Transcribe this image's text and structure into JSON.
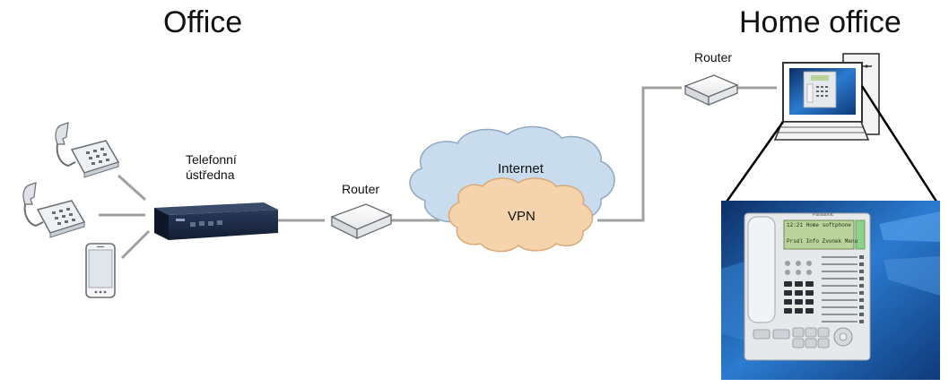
{
  "headings": {
    "office": "Office",
    "home_office": "Home office"
  },
  "labels": {
    "pbx_line1": "Telefonní",
    "pbx_line2": "ústředna",
    "router_office": "Router",
    "router_home": "Router",
    "internet": "Internet",
    "vpn": "VPN"
  },
  "phone_screen": {
    "brand": "Panasonic",
    "line1": "12:21 Home softphone",
    "line2": "Prsdl  Info  Zvonek  Menu"
  },
  "colors": {
    "link_line": "#a0a0a0",
    "internet_cloud": "#c9dcee",
    "vpn_cloud": "#f5d3ad",
    "pbx_body": "#1c2a44",
    "desktop_blue": "#1f5fa8"
  }
}
